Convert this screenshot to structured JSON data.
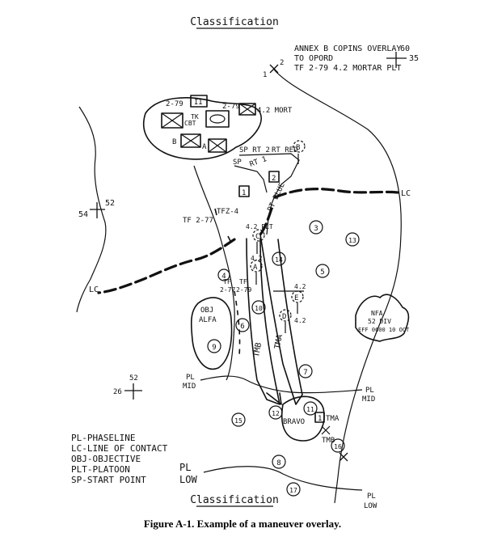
{
  "classification_top": "Classification",
  "classification_bottom": "Classification",
  "annex": {
    "line1": "ANNEX B COPINS OVERLAY",
    "line2": "TO OPORD",
    "line3": "TF 2-79 4.2 MORTAR PLT"
  },
  "grid_refs": {
    "ne_top": "60",
    "ne_right": "35",
    "x1": "1",
    "x2": "2",
    "w_left": "54",
    "w_right": "52",
    "sw_top": "52",
    "sw_left": "26"
  },
  "units": {
    "u_2_79_left": "2-79",
    "u_2_79_right": "2-79",
    "mort": "4.2 MORT",
    "cbt": "CBT",
    "tk": "TK",
    "b": "B",
    "a": "A",
    "ii": "II",
    "one": "I"
  },
  "routes": {
    "sp": "SP",
    "rt1": "RT 1",
    "sp_rt2": "SP RT 2",
    "rt_red": "RT RED",
    "rt_blue": "RT BLUE",
    "box1": "1",
    "box2": "2"
  },
  "lines": {
    "lc_right": "LC",
    "lc_left": "LC",
    "pl_mid_left_a": "PL",
    "pl_mid_left_b": "MID",
    "pl_mid_right_a": "PL",
    "pl_mid_right_b": "MID",
    "pl_low_a": "PL",
    "pl_low_b": "LOW"
  },
  "tf": {
    "tf277": "TF 2-77",
    "tfz4": "TFZ-4",
    "tf_a1": "TF",
    "tf_a2": "2-77",
    "tf_b1": "TF",
    "tf_b2": "2-79",
    "plt": "4.2 PLT",
    "m42a": "4.2",
    "m42b": "4.2",
    "m42c": "4.2"
  },
  "positions": [
    "A",
    "B",
    "C",
    "D",
    "E"
  ],
  "points": [
    "3",
    "13",
    "14",
    "5",
    "4",
    "10",
    "6",
    "9",
    "7",
    "11",
    "12",
    "15",
    "16",
    "8",
    "17"
  ],
  "objectives": {
    "obj1": "OBJ",
    "obj2": "ALFA",
    "bravo": "BRAVO",
    "tmb": "TMB",
    "tma": "TMA",
    "tma_box": "TMA",
    "tmb_box": "TMB",
    "box_one": "1"
  },
  "nfa": {
    "l1": "NFA",
    "l2": "52 DIV",
    "l3": "EFF 0600 10 OCT"
  },
  "legend": [
    "PL-PHASELINE",
    "LC-LINE OF CONTACT",
    "OBJ-OBJECTIVE",
    "PLT-PLATOON",
    "SP-START POINT"
  ],
  "legend_pl": "PL",
  "legend_low": "LOW",
  "caption": "Figure A-1.   Example of a maneuver overlay."
}
